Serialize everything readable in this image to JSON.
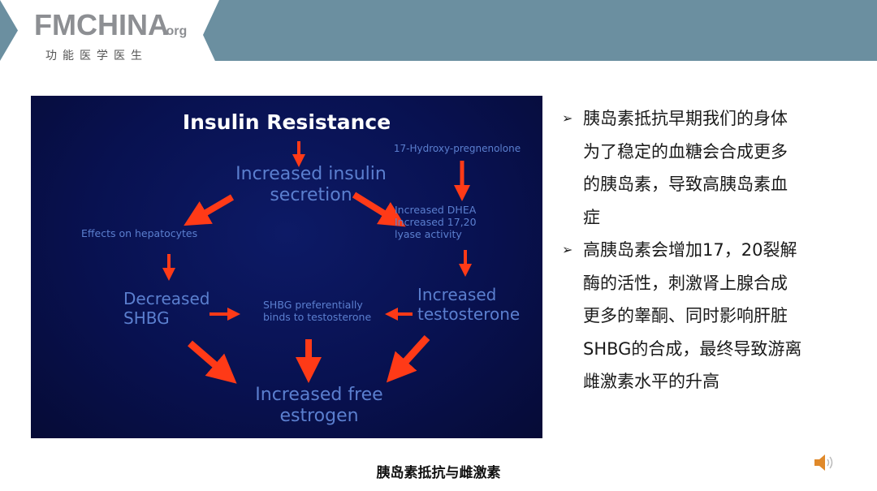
{
  "header": {
    "logo_main": "FMCHINA",
    "logo_suffix": ".org",
    "logo_sub": "功能医学医生"
  },
  "diagram": {
    "title": "Insulin Resistance",
    "nodes": {
      "increased_insulin": "Increased insulin\nsecretion",
      "hydroxy": "17-Hydroxy-pregnenolone",
      "dhea": "Increased DHEA\nIncreased 17,20\nlyase activity",
      "hepatocytes": "Effects on hepatocytes",
      "decreased_shbg": "Decreased\nSHBG",
      "shbg_binds": "SHBG preferentially\nbinds to testosterone",
      "increased_testosterone": "Increased\ntestosterone",
      "free_estrogen": "Increased free\nestrogen"
    },
    "arrow_color": "#ff3a17",
    "text_color": "#5b7fcf"
  },
  "bullets": [
    "胰岛素抵抗早期我们的身体为了稳定的血糖会合成更多的胰岛素，导致高胰岛素血症",
    "高胰岛素会增加17，20裂解酶的活性，刺激肾上腺合成更多的睾酮、同时影响肝脏SHBG的合成，最终导致游离雌激素水平的升高"
  ],
  "caption": "胰岛素抵抗与雌激素",
  "icons": {
    "speaker": "speaker-icon",
    "bullet": "arrow-bullet-icon"
  }
}
